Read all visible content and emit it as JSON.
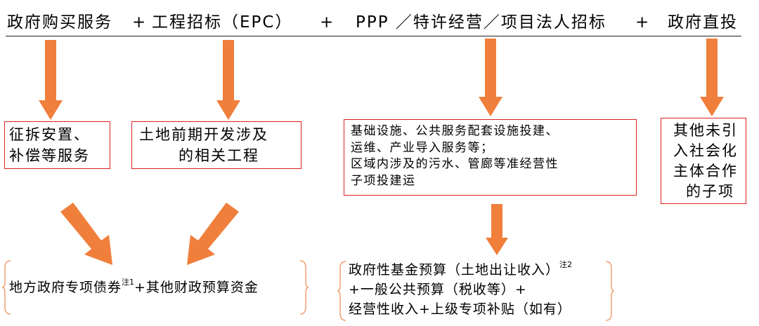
{
  "header": {
    "col1": "政府购买服务",
    "plus1": "+",
    "col2": "工程招标（EPC）",
    "plus2": "+",
    "col3": "PPP ／特许经营／项目法人招标",
    "plus3": "+",
    "col4": "政府直投"
  },
  "boxes": {
    "b1": [
      "征拆安置、",
      "补偿等服务"
    ],
    "b2": [
      "土地前期开发涉及",
      "的相关工程"
    ],
    "b3": [
      "基础设施、公共服务配套设施投建、",
      "运维、产业导入服务等；",
      "区域内涉及的污水、管廊等准经营性",
      "子项投建运"
    ],
    "b4": [
      "其他未引",
      "入社会化",
      "主体合作",
      "的子项"
    ]
  },
  "funding": {
    "left": {
      "text_before_note": "地方政府专项债券",
      "note": "注1",
      "text_after_note": "+其他财政预算资金"
    },
    "right": {
      "line1_text": "政府性基金预算（土地出让收入）",
      "line1_note": "注2",
      "line2": "+一般公共预算（税收等）+",
      "line3": "经营性收入+上级专项补贴（如有）"
    }
  },
  "colors": {
    "arrow": "#f07f3c",
    "box_border": "#e02020",
    "brace": "#f0a070"
  }
}
